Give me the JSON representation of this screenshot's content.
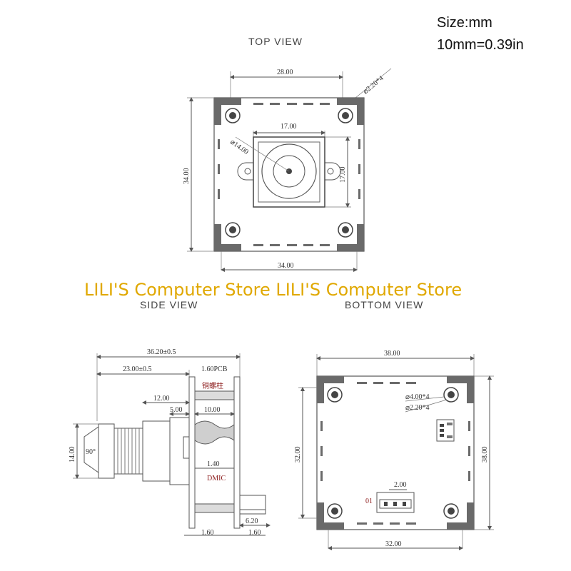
{
  "notes": {
    "size_unit": "Size:mm",
    "conversion": "10mm=0.39in"
  },
  "watermark": "LILI'S Computer Store LILI'S Computer Store",
  "top_view": {
    "title": "TOP VIEW",
    "width": "28.00",
    "hole": "⌀2.20*4",
    "sensor_width": "17.00",
    "lens_diameter": "⌀14.00",
    "height": "34.00",
    "sensor_height": "17.00",
    "bottom_width": "34.00"
  },
  "side_view": {
    "title": "SIDE VIEW",
    "overall": "36.20±0.5",
    "lens_len": "23.00±0.5",
    "pcb": "1.60PCB",
    "standoff_label": "铜螺柱",
    "dim_12": "12.00",
    "dim_5": "5.00",
    "dim_10": "10.00",
    "height": "14.00",
    "angle": "90°",
    "dim_140": "1.40",
    "dmic": "DMIC",
    "dim_620": "6.20",
    "pcb_left": "1.60",
    "pcb_right": "1.60"
  },
  "bottom_view": {
    "title": "BOTTOM  VIEW",
    "width": "38.00",
    "hole_large": "⌀4.00*4",
    "hole_small": "⌀2.20*4",
    "height_left": "32.00",
    "height_right": "38.00",
    "pitch": "2.00",
    "pin1": "01",
    "bottom_width": "32.00"
  }
}
